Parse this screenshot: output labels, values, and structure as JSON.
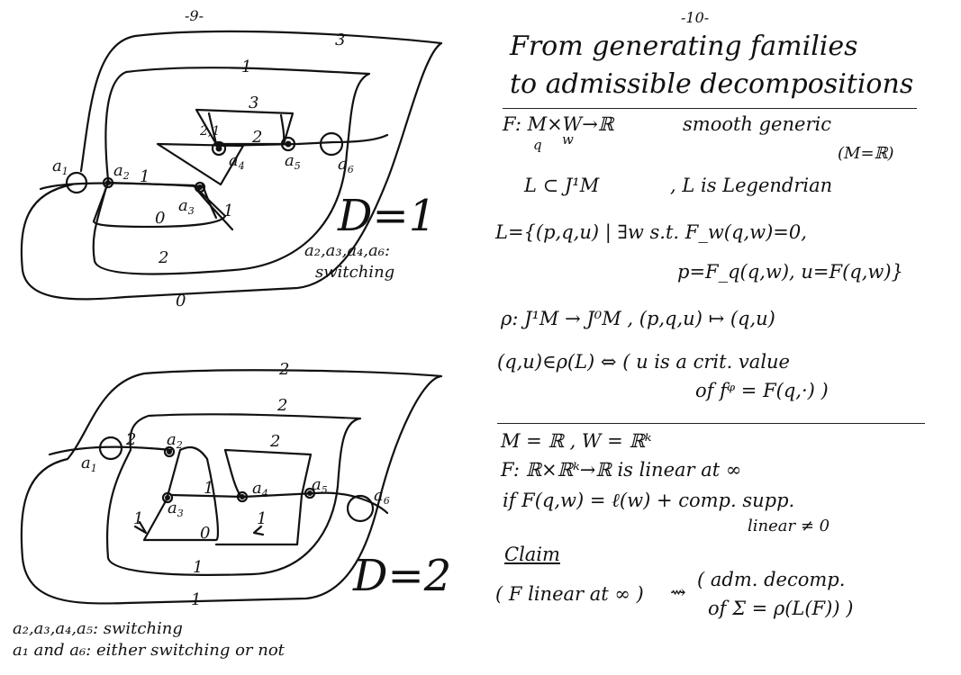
{
  "page_numbers": {
    "left": "-9-",
    "right": "-10-"
  },
  "top_figure": {
    "curve_labels": [
      "3",
      "1",
      "3",
      "2",
      "1",
      "0",
      "1",
      "2",
      "0"
    ],
    "small_labels": {
      "l21": "2,1",
      "l1b": "1",
      "l1c": "1",
      "l2": "2"
    },
    "points": {
      "a1": "a",
      "a1s": "1",
      "a2": "a",
      "a2s": "2",
      "a3": "a",
      "a3s": "3",
      "a4": "a",
      "a4s": "4",
      "a5": "a",
      "a5s": "5",
      "a6": "a",
      "a6s": "6"
    },
    "degree": "D=1",
    "note_line1": "a₂,a₃,a₄,a₆:",
    "note_line2": "switching"
  },
  "bottom_figure": {
    "curve_labels": [
      "2",
      "2",
      "2",
      "2",
      "1",
      "0",
      "1",
      "1"
    ],
    "arrow_labels": [
      "1",
      "1"
    ],
    "points": {
      "a1": "a",
      "a1s": "1",
      "a2": "a",
      "a2s": "2",
      "a3": "a",
      "a3s": "3",
      "a4": "a",
      "a4s": "4",
      "a5": "a",
      "a5s": "5",
      "a6": "a",
      "a6s": "6"
    },
    "degree": "D=2",
    "note_line1": "a₂,a₃,a₄,a₅: switching",
    "note_line2": "a₁ and a₆: either switching or not"
  },
  "notes": {
    "title_line1": "From generating families",
    "title_line2": "to admissible decompositions",
    "f_def": "F: M×W→ℝ",
    "f_q": "q",
    "f_w": "w",
    "f_props": "smooth generic",
    "m_eq": "(M=ℝ)",
    "l_def": "L ⊂ J¹M",
    "l_leg": ", L is Legendrian",
    "l_set1": "L={(p,q,u) | ∃w s.t. F_w(q,w)=0,",
    "l_set2": "p=F_q(q,w), u=F(q,w)}",
    "rho": "ρ: J¹M → J⁰M ,  (p,q,u) ↦ (q,u)",
    "crit1": "(q,u)∈ρ(L) ⇔ ( u is a crit. value",
    "crit2": "of  fᵠ = F(q,·) )",
    "mw": "M = ℝ ,  W = ℝᵏ",
    "lin1": "F: ℝ×ℝᵏ→ℝ  is linear at ∞",
    "lin2": "if  F(q,w) = ℓ(w) + comp. supp.",
    "lin3": "linear ≠ 0",
    "claim": "Claim",
    "claim_l": "( F linear at ∞ )",
    "claim_arrow": "⇝",
    "claim_r1": "( adm. decomp.",
    "claim_r2": "of Σ = ρ(L(F)) )"
  }
}
